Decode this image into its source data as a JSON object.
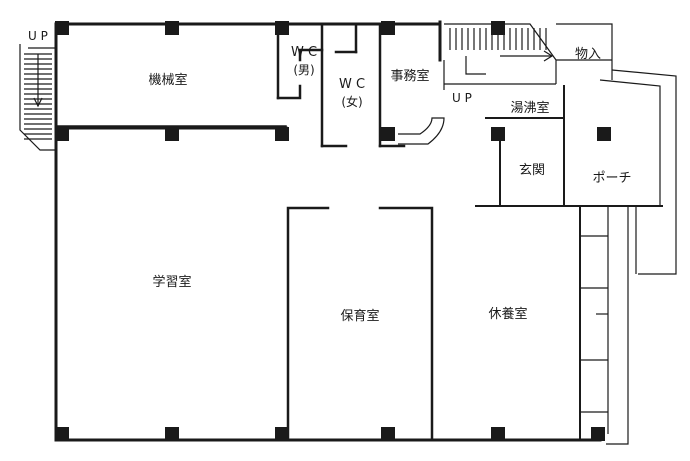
{
  "rooms": {
    "machine_room": "機械室",
    "wc_men_1": "W C",
    "wc_men_2": "(男)",
    "wc_women_1": "W C",
    "wc_women_2": "(女)",
    "office": "事務室",
    "storage": "物入",
    "kitchenette": "湯沸室",
    "entrance": "玄関",
    "porch": "ポーチ",
    "study_room": "学習室",
    "nursery_room": "保育室",
    "rest_room": "休養室"
  },
  "stairs": {
    "up_left": "U P",
    "up_right": "U P"
  }
}
